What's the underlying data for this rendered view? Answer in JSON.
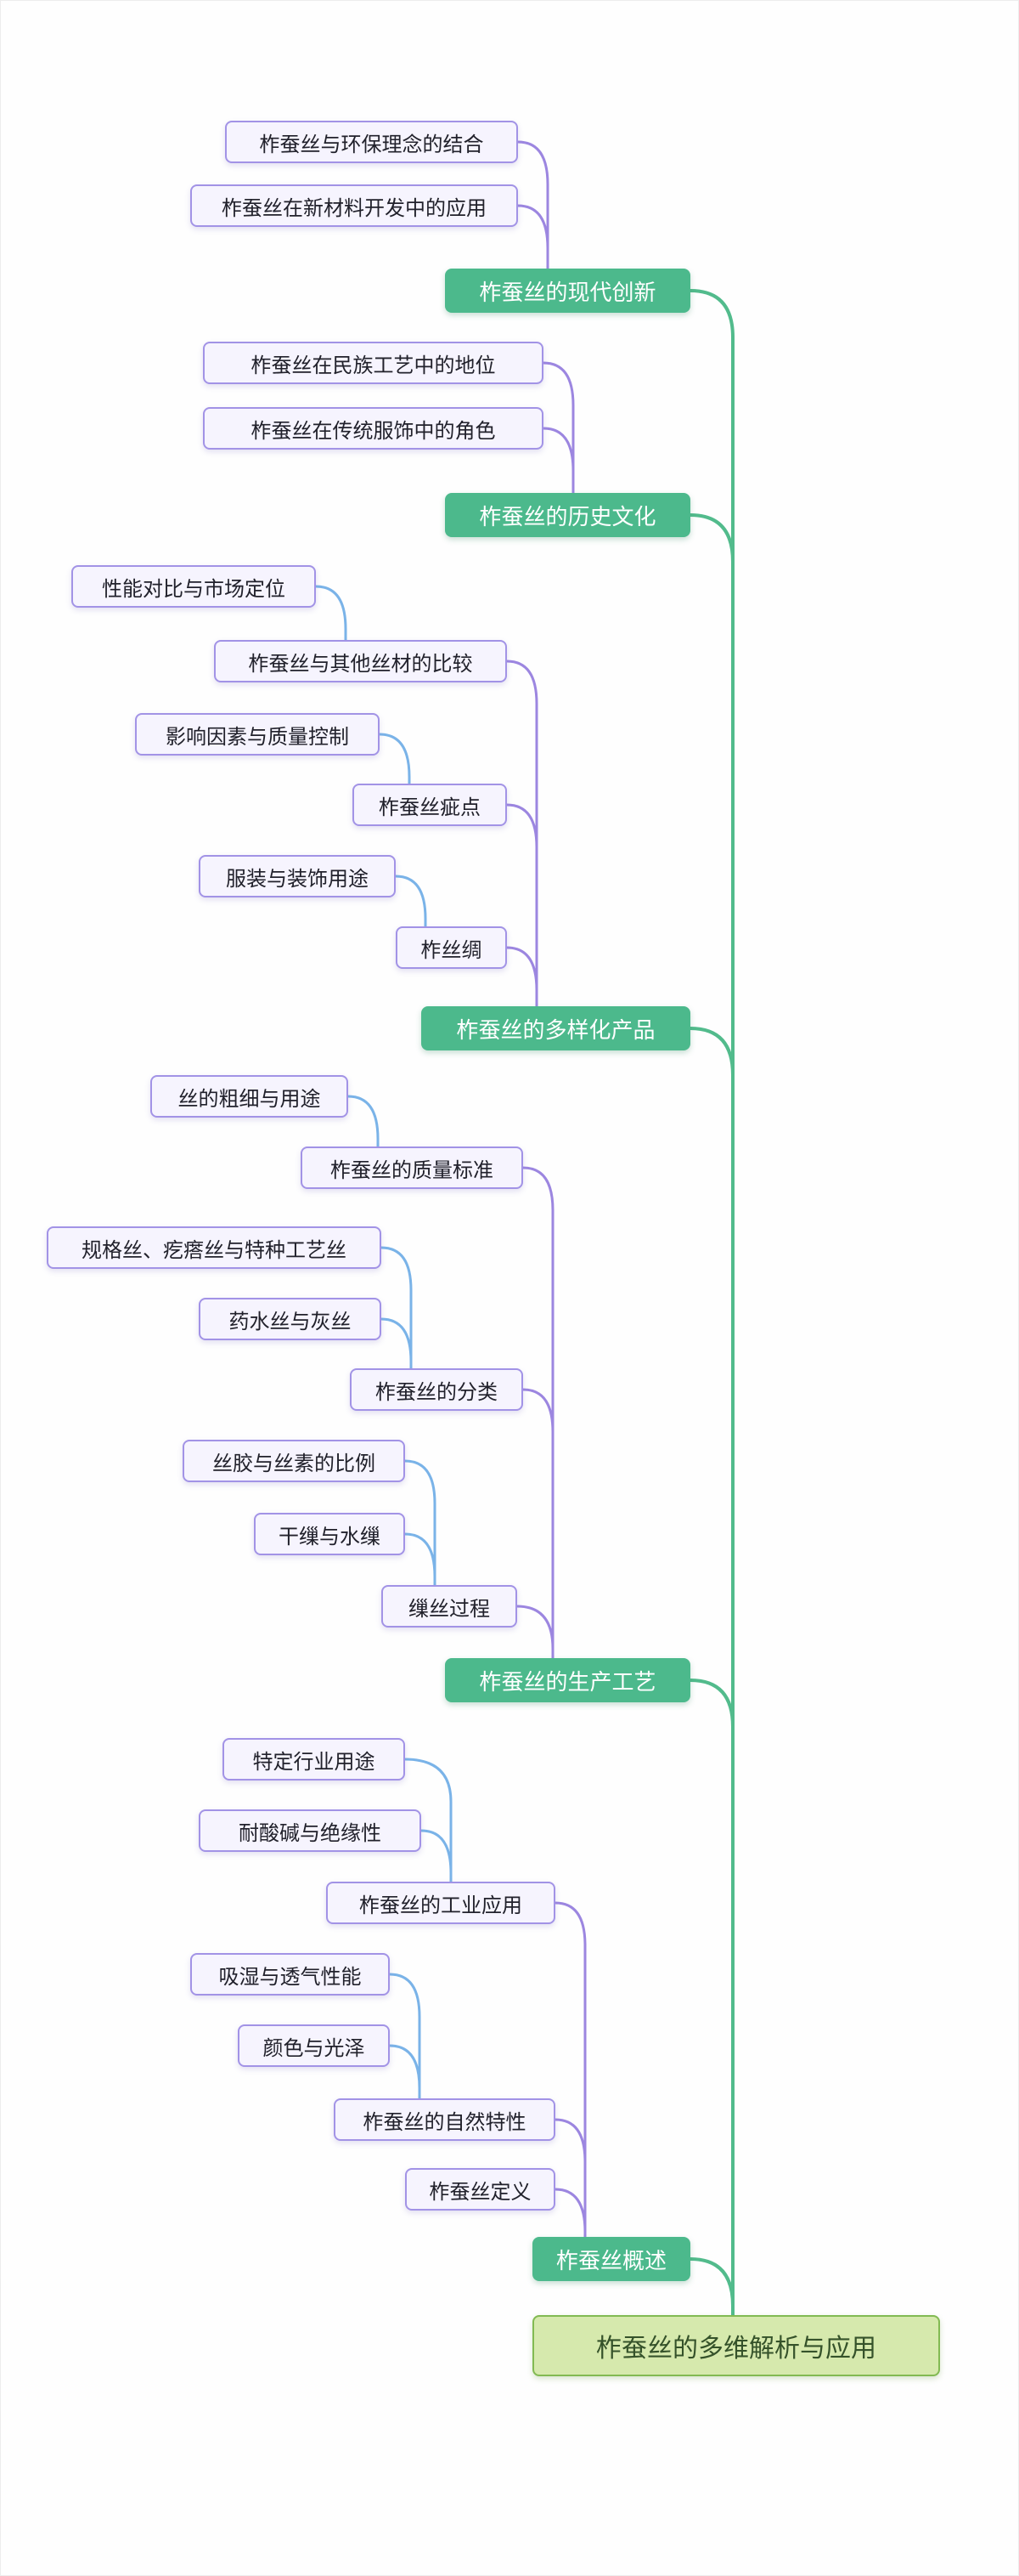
{
  "mindmap": {
    "root": {
      "label": "柞蚕丝的多维解析与应用"
    },
    "branches": [
      {
        "label": "柞蚕丝概述",
        "children": [
          {
            "label": "柞蚕丝定义"
          },
          {
            "label": "柞蚕丝的自然特性",
            "children": [
              {
                "label": "颜色与光泽"
              },
              {
                "label": "吸湿与透气性能"
              }
            ]
          },
          {
            "label": "柞蚕丝的工业应用",
            "children": [
              {
                "label": "耐酸碱与绝缘性"
              },
              {
                "label": "特定行业用途"
              }
            ]
          }
        ]
      },
      {
        "label": "柞蚕丝的生产工艺",
        "children": [
          {
            "label": "缫丝过程",
            "children": [
              {
                "label": "干缫与水缫"
              },
              {
                "label": "丝胶与丝素的比例"
              }
            ]
          },
          {
            "label": "柞蚕丝的分类",
            "children": [
              {
                "label": "药水丝与灰丝"
              },
              {
                "label": "规格丝、疙瘩丝与特种工艺丝"
              }
            ]
          },
          {
            "label": "柞蚕丝的质量标准",
            "children": [
              {
                "label": "丝的粗细与用途"
              }
            ]
          }
        ]
      },
      {
        "label": "柞蚕丝的多样化产品",
        "children": [
          {
            "label": "柞丝绸",
            "children": [
              {
                "label": "服装与装饰用途"
              }
            ]
          },
          {
            "label": "柞蚕丝疵点",
            "children": [
              {
                "label": "影响因素与质量控制"
              }
            ]
          },
          {
            "label": "柞蚕丝与其他丝材的比较",
            "children": [
              {
                "label": "性能对比与市场定位"
              }
            ]
          }
        ]
      },
      {
        "label": "柞蚕丝的历史文化",
        "children": [
          {
            "label": "柞蚕丝在传统服饰中的角色"
          },
          {
            "label": "柞蚕丝在民族工艺中的地位"
          }
        ]
      },
      {
        "label": "柞蚕丝的现代创新",
        "children": [
          {
            "label": "柞蚕丝在新材料开发中的应用"
          },
          {
            "label": "柞蚕丝与环保理念的结合"
          }
        ]
      }
    ]
  },
  "colors": {
    "branch_fill": "#4cb98c",
    "branch_text": "#ffffff",
    "root_fill": "#d6e9ad",
    "root_border": "#82ba52",
    "leaf_fill": "#f6f4fe",
    "leaf_border": "#a293e6",
    "link_level1": "#52bb8c",
    "link_level2": "#9c86e0",
    "link_level3": "#7ab3e8"
  }
}
